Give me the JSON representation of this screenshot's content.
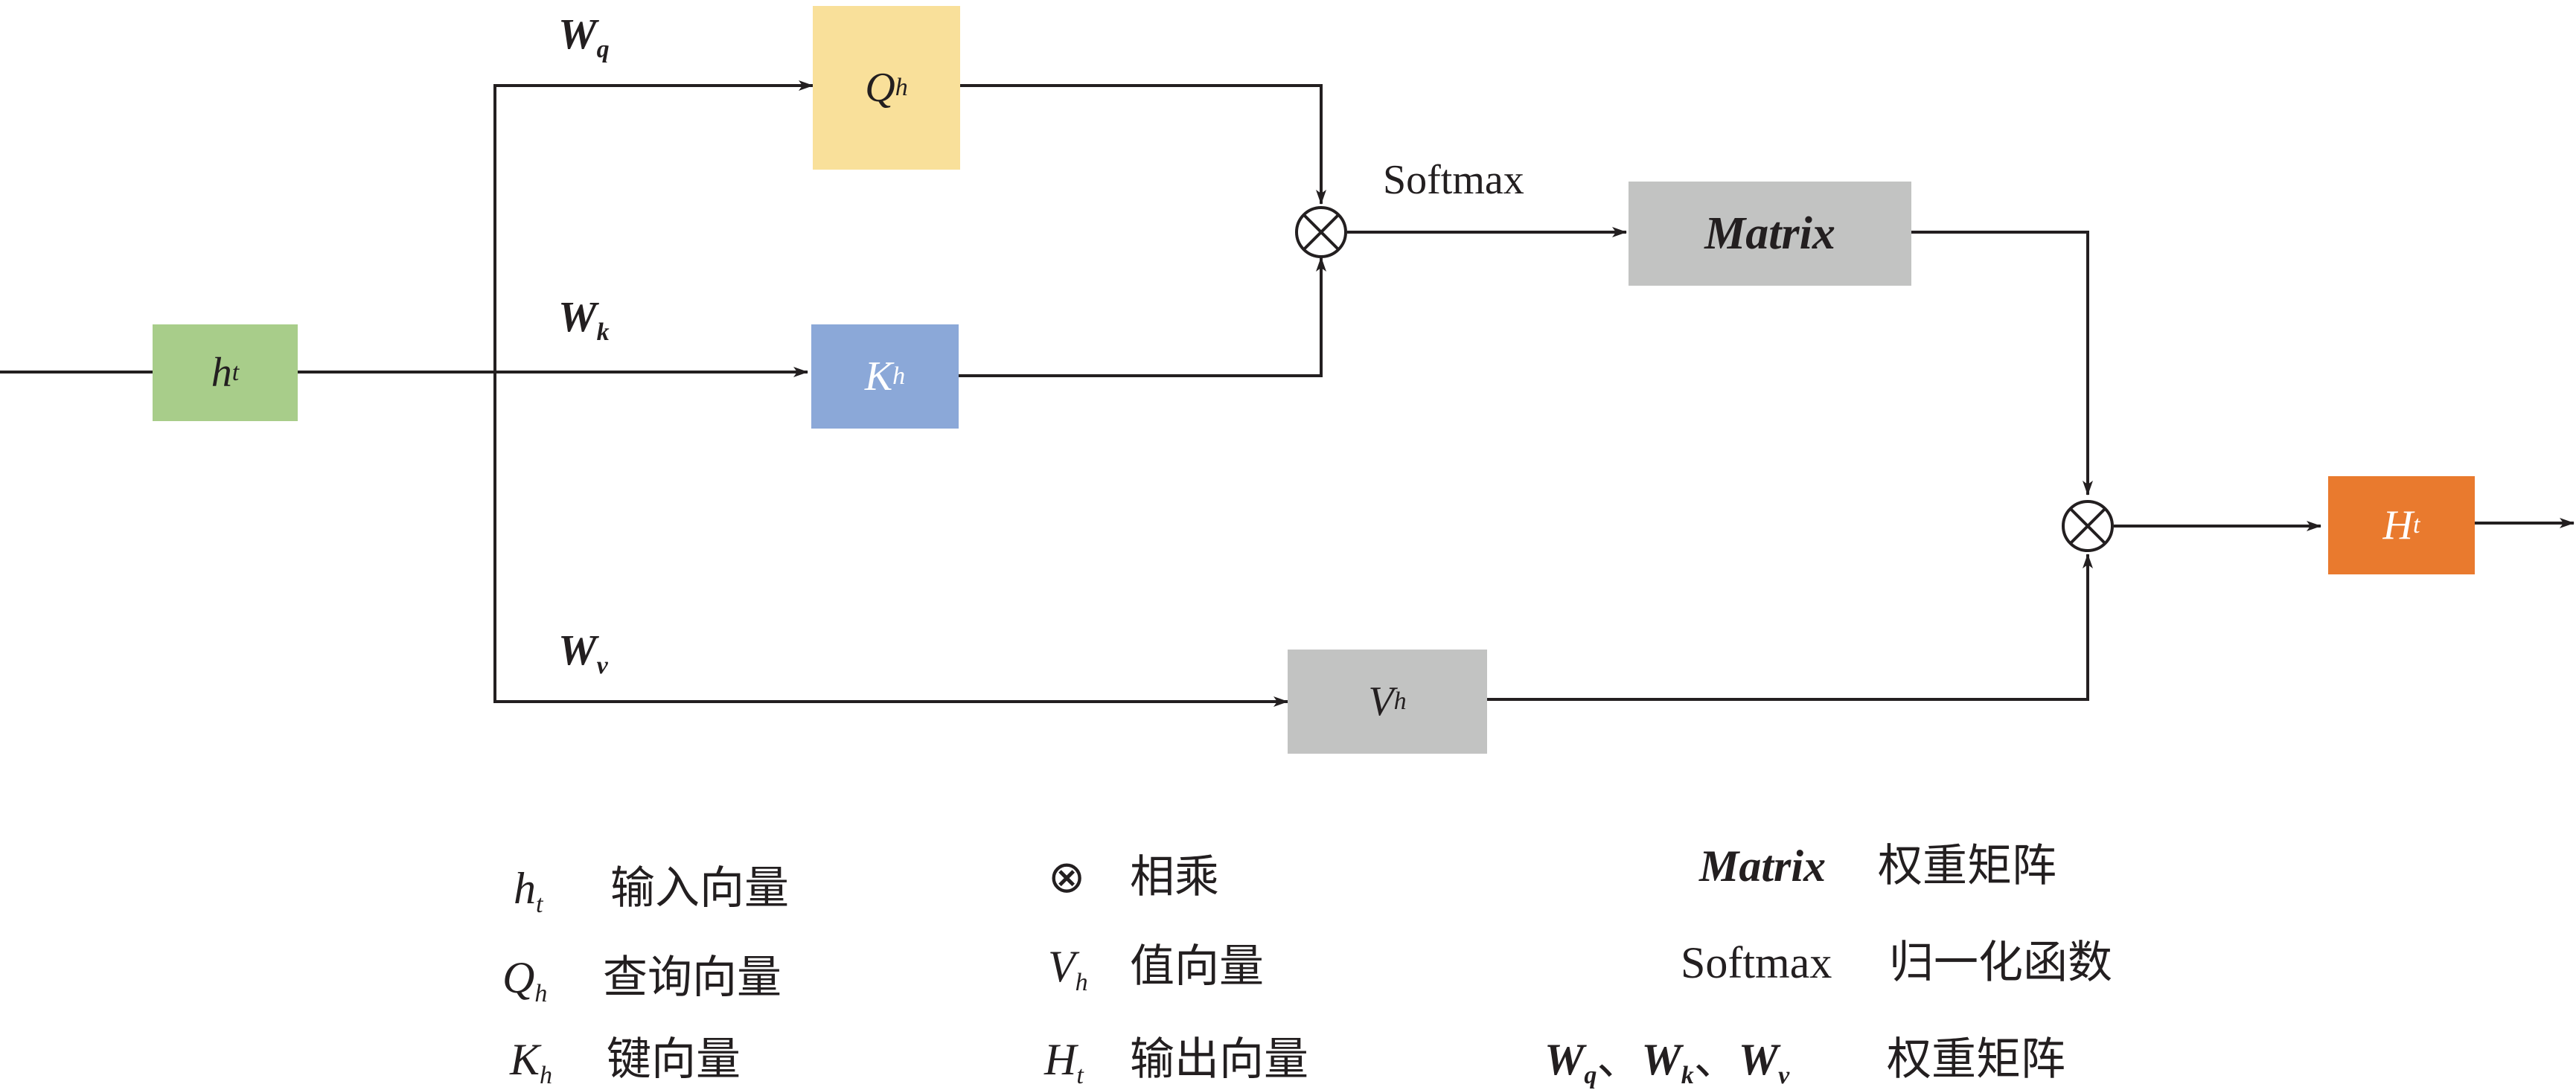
{
  "nodes": {
    "ht": {
      "symbol": "h",
      "sub": "t",
      "color": "#a8cd8a"
    },
    "qh": {
      "symbol": "Q",
      "sub": "h",
      "color": "#f9e09a"
    },
    "kh": {
      "symbol": "K",
      "sub": "h",
      "color": "#8ba8d8"
    },
    "vh": {
      "symbol": "V",
      "sub": "h",
      "color": "#c2c3c2"
    },
    "matrix": {
      "label": "Matrix",
      "color": "#c2c3c2"
    },
    "Ht": {
      "symbol": "H",
      "sub": "t",
      "color": "#e97a2e"
    }
  },
  "weights": {
    "wq": {
      "symbol": "W",
      "sub": "q"
    },
    "wk": {
      "symbol": "W",
      "sub": "k"
    },
    "wv": {
      "symbol": "W",
      "sub": "v"
    }
  },
  "edge_labels": {
    "softmax": "Softmax"
  },
  "operator_symbol": "⊗",
  "legend": {
    "ht": {
      "symbol": "h",
      "sub": "t",
      "text": "输入向量"
    },
    "qh": {
      "symbol": "Q",
      "sub": "h",
      "text": "查询向量"
    },
    "kh": {
      "symbol": "K",
      "sub": "h",
      "text": "键向量"
    },
    "mult": {
      "symbol": "⊗",
      "text": "相乘"
    },
    "vh": {
      "symbol": "V",
      "sub": "h",
      "text": "值向量"
    },
    "Ht": {
      "symbol": "H",
      "sub": "t",
      "text": "输出向量"
    },
    "matrix": {
      "symbol": "Matrix",
      "text": "权重矩阵"
    },
    "softmax": {
      "symbol": "Softmax",
      "text": "归一化函数"
    },
    "weights": {
      "w1": "W",
      "s1": "q",
      "sep1": "、",
      "w2": "W",
      "s2": "k",
      "sep2": "、",
      "w3": "W",
      "s3": "v",
      "text": "权重矩阵"
    }
  },
  "colors": {
    "line": "#231f20"
  }
}
